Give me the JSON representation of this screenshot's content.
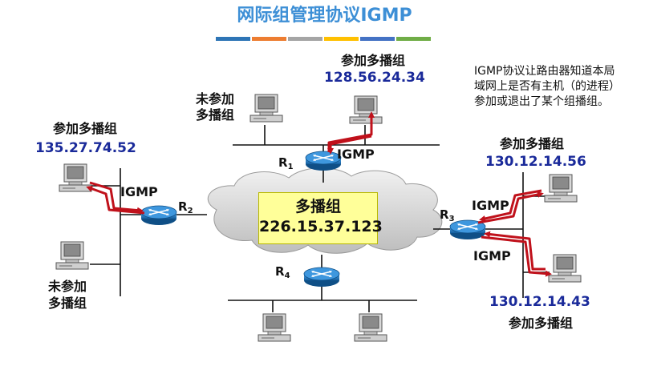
{
  "title": "网际组管理协议IGMP",
  "note": {
    "line1": "IGMP协议让路由器知道本局",
    "line2": "域网上是否有主机（的进程）",
    "line3": "参加或退出了某个组播组。"
  },
  "multicast_group": {
    "label": "多播组",
    "address": "226.15.37.123"
  },
  "routers": {
    "r1": {
      "name": "R",
      "sub": "1"
    },
    "r2": {
      "name": "R",
      "sub": "2"
    },
    "r3": {
      "name": "R",
      "sub": "3"
    },
    "r4": {
      "name": "R",
      "sub": "4"
    }
  },
  "hosts": {
    "top_member": {
      "label": "参加多播组",
      "address": "128.56.24.34"
    },
    "top_nonmember": {
      "line1": "未参加",
      "line2": "多播组"
    },
    "left_member": {
      "label": "参加多播组",
      "address": "135.27.74.52"
    },
    "left_nonmember": {
      "line1": "未参加",
      "line2": "多播组"
    },
    "right_member_1": {
      "label": "参加多播组",
      "address": "130.12.14.56"
    },
    "right_member_2": {
      "label": "参加多播组",
      "address": "130.12.14.43"
    }
  },
  "igmp_labels": {
    "r1": "IGMP",
    "r2": "IGMP",
    "r3_top": "IGMP",
    "r3_bottom": "IGMP"
  },
  "colors": {
    "title": "#3d8fd6",
    "address_text": "#1a2a9a",
    "igmp_arrow": "#c0111b",
    "router_fill": "#1f7fd1",
    "group_box": "#ffff99",
    "title_bar": [
      "#2e75b6",
      "#ed7d31",
      "#a5a5a5",
      "#ffc000",
      "#4472c4",
      "#70ad47"
    ]
  }
}
